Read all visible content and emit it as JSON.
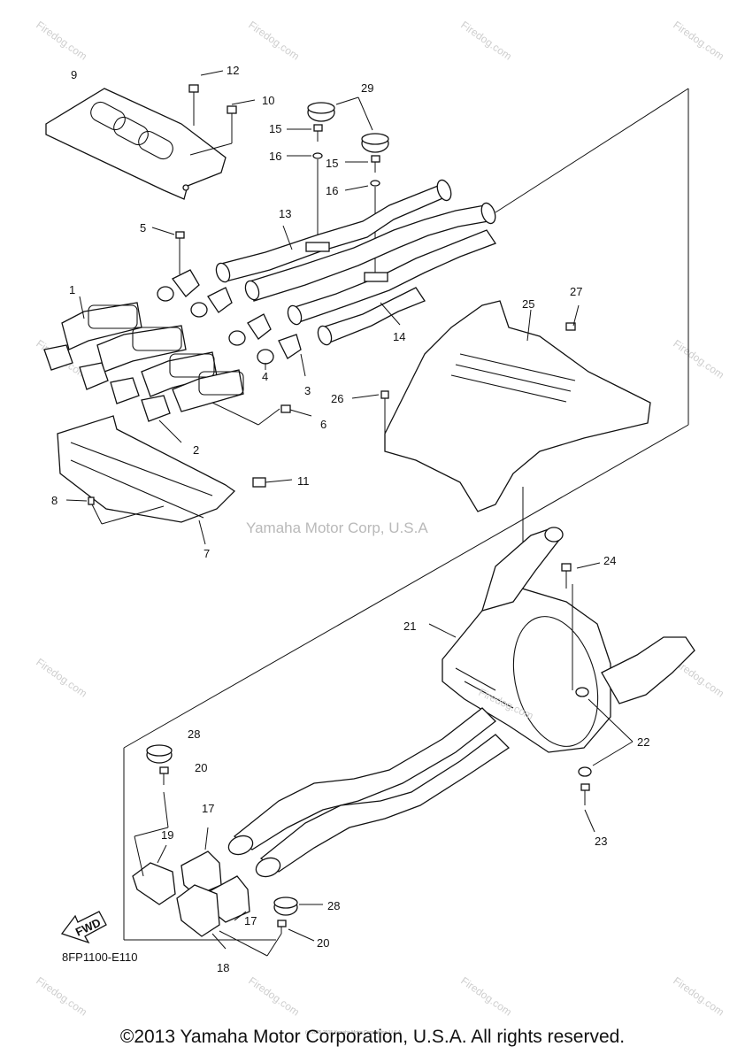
{
  "diagram": {
    "part_code": "8FP1100-E110",
    "fwd_label": "FWD",
    "center_watermark": "Yamaha Motor Corp, U.S.A",
    "corner_watermark": "Firedog.com",
    "muffler_watermark": "Firedog.com",
    "tiny_notice": "(c) 2005-2015 Yamaha Motor Corporation, U.S.A.",
    "copyright": "©2013 Yamaha Motor Corporation, U.S.A. All rights reserved.",
    "callouts": [
      "1",
      "2",
      "3",
      "4",
      "5",
      "6",
      "7",
      "8",
      "9",
      "10",
      "11",
      "12",
      "13",
      "14",
      "15",
      "15",
      "16",
      "16",
      "17",
      "17",
      "18",
      "19",
      "20",
      "20",
      "21",
      "22",
      "23",
      "24",
      "25",
      "26",
      "27",
      "28",
      "28",
      "29"
    ]
  }
}
